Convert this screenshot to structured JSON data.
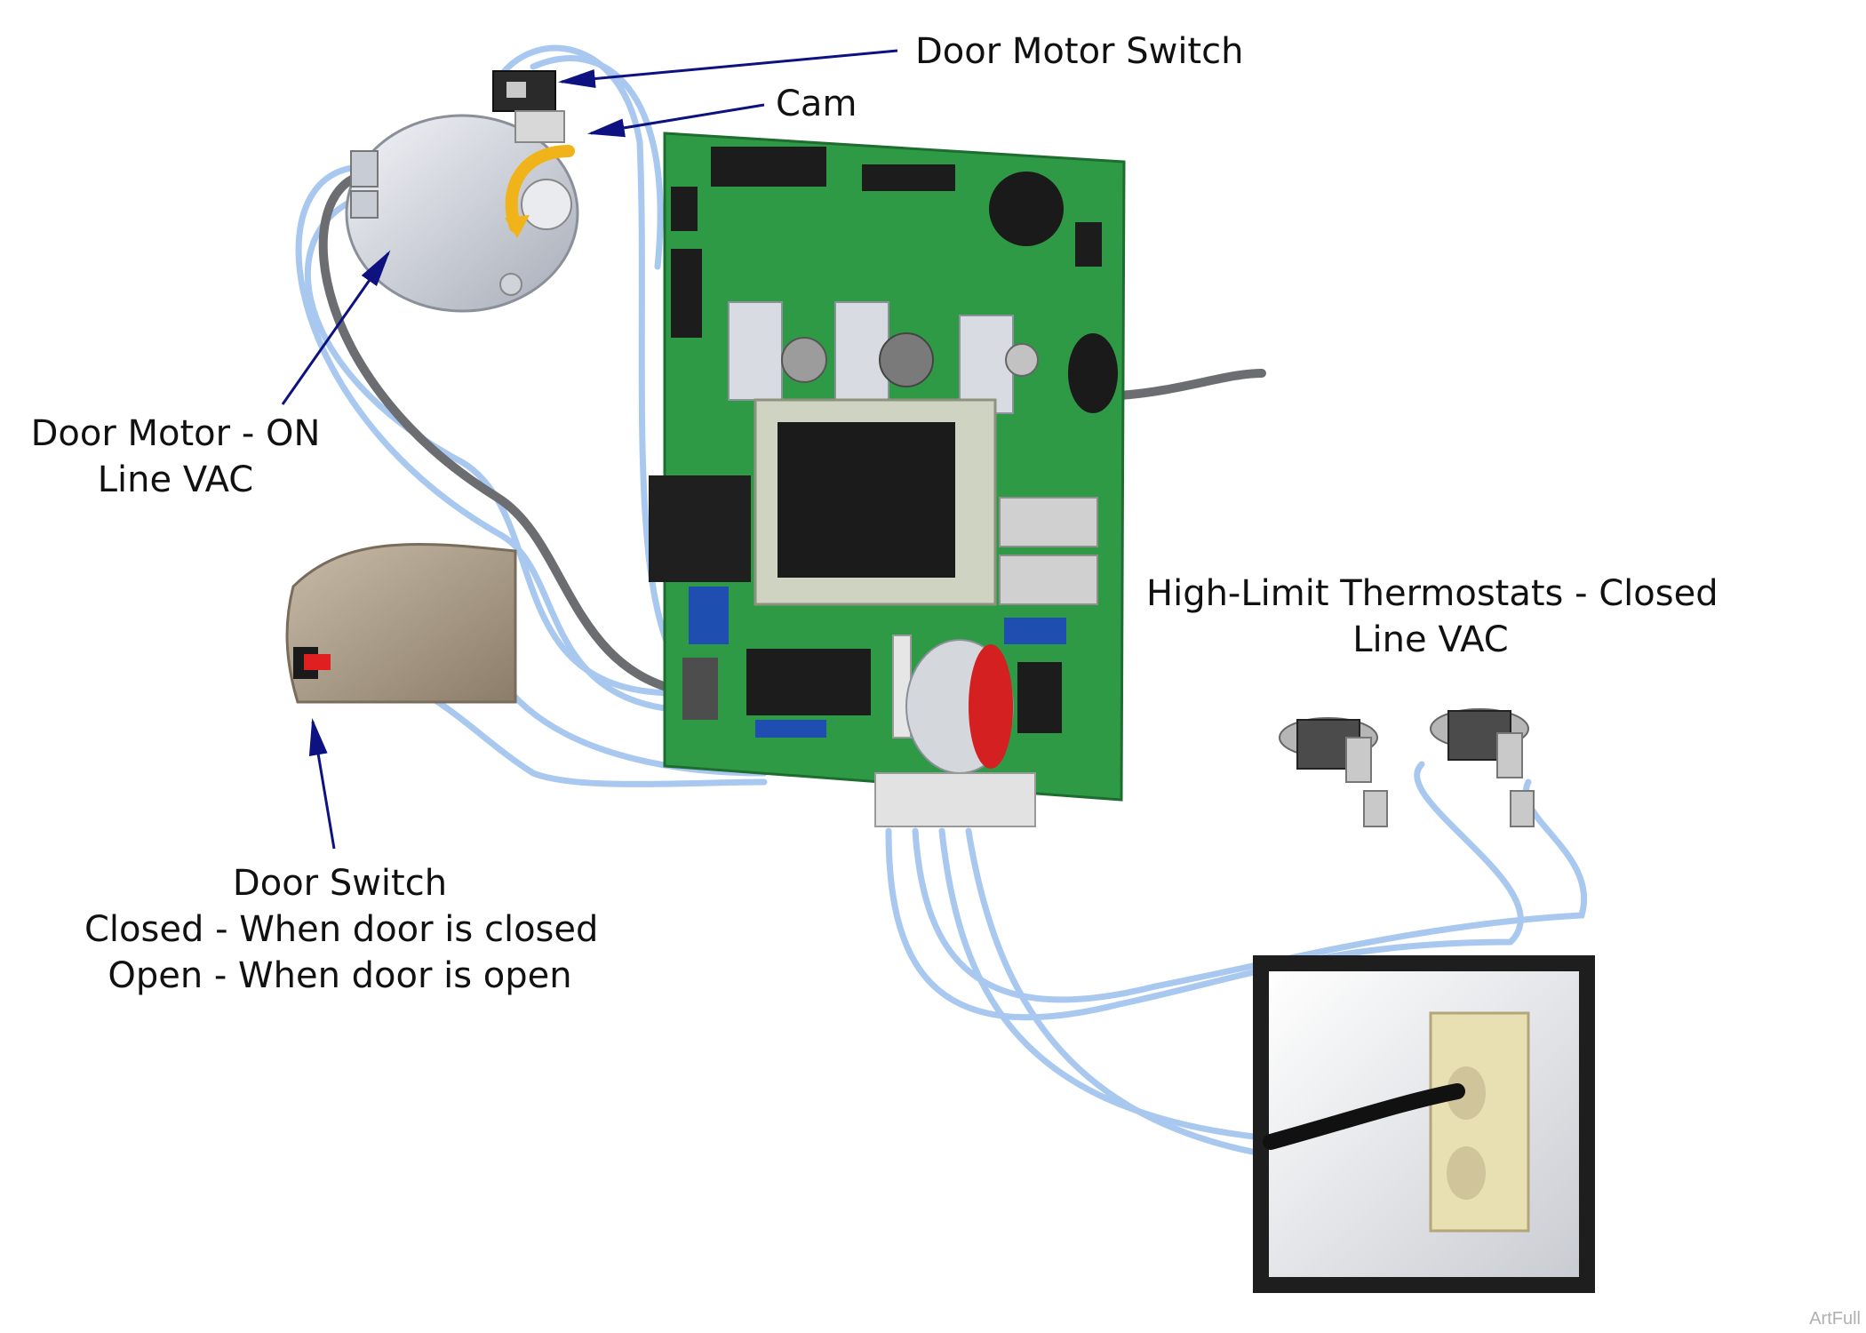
{
  "labels": {
    "door_motor_switch": "Door Motor Switch",
    "cam": "Cam",
    "door_motor": [
      "Door Motor - ON",
      "Line VAC"
    ],
    "thermostats": [
      "High-Limit Thermostats - Closed",
      "Line VAC"
    ],
    "door_switch": [
      "Door Switch",
      "Closed - When door is closed",
      "Open - When door is open"
    ]
  },
  "watermark": "ArtFull",
  "colors": {
    "pcb": "#2f9a45",
    "arrow": "#0d1280",
    "wire": "#a8c8f0",
    "ferrite": "#d42020"
  }
}
